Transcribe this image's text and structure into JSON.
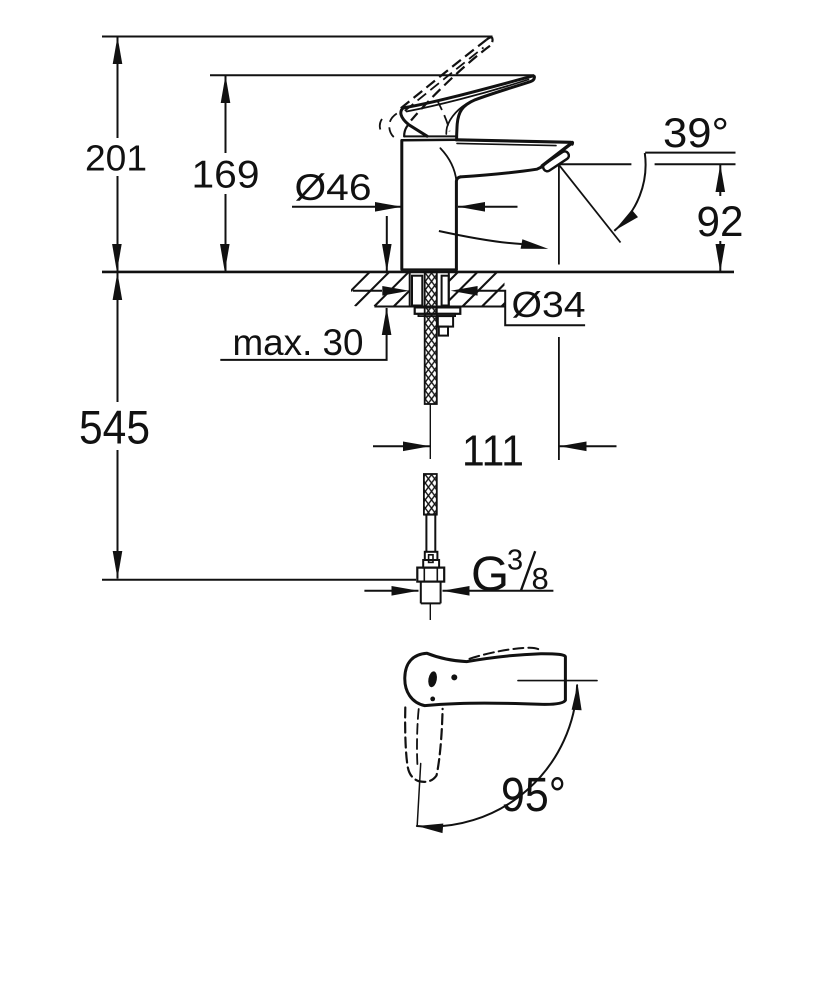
{
  "drawing": {
    "type": "technical-dimension-drawing",
    "subject": "single-lever basin mixer faucet: side elevation with deck mounting section, flexible connection hoses and handle top view with swivel range",
    "colors": {
      "ink": "#111111",
      "background": "#ffffff"
    },
    "labels": {
      "overall_height": "201",
      "lever_height": "169",
      "base_diameter": "Ø46",
      "spout_angle": "39°",
      "spout_outlet_height": "92",
      "hole_diameter": "Ø34",
      "deck_thickness": "max. 30",
      "hose_length": "545",
      "spout_reach": "111",
      "thread_letter": "G",
      "thread_numerator": "3",
      "thread_denominator": "8",
      "handle_swivel_angle": "95°"
    }
  }
}
